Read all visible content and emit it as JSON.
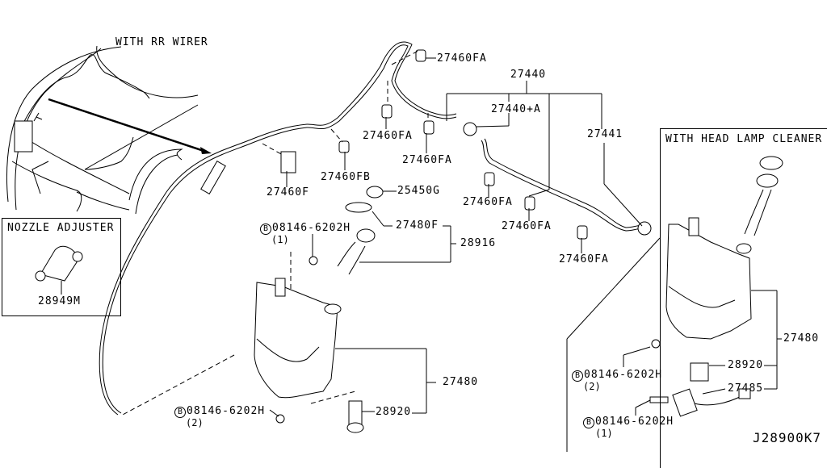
{
  "diagram": {
    "code": "J28900K7",
    "insets": {
      "rear_wiper": "WITH RR WIRER",
      "nozzle_adjuster": "NOZZLE ADJUSTER",
      "head_lamp_cleaner": "WITH HEAD LAMP CLEANER"
    },
    "bolt_symbol": "B",
    "parts": {
      "p27460FA_top": "27460FA",
      "p27440": "27440",
      "p27440A": "27440+A",
      "p27460FA_a": "27460FA",
      "p27460FA_b": "27460FA",
      "p27441": "27441",
      "p27460FB": "27460FB",
      "p27460F": "27460F",
      "p25450G": "25450G",
      "p27460FA_c": "27460FA",
      "p27460FA_d": "27460FA",
      "p27460FA_e": "27460FA",
      "p27480F": "27480F",
      "p28916": "28916",
      "p28949M": "28949M",
      "p27480_main": "27480",
      "p28920_main": "28920",
      "p27480_hlc": "27480",
      "p28920_hlc": "28920",
      "p27485": "27485"
    },
    "bolts": {
      "b1": {
        "part": "08146-6202H",
        "qty": "(1)"
      },
      "b2": {
        "part": "08146-6202H",
        "qty": "(2)"
      },
      "b3": {
        "part": "08146-6202H",
        "qty": "(2)"
      },
      "b4": {
        "part": "08146-6202H",
        "qty": "(1)"
      }
    }
  }
}
